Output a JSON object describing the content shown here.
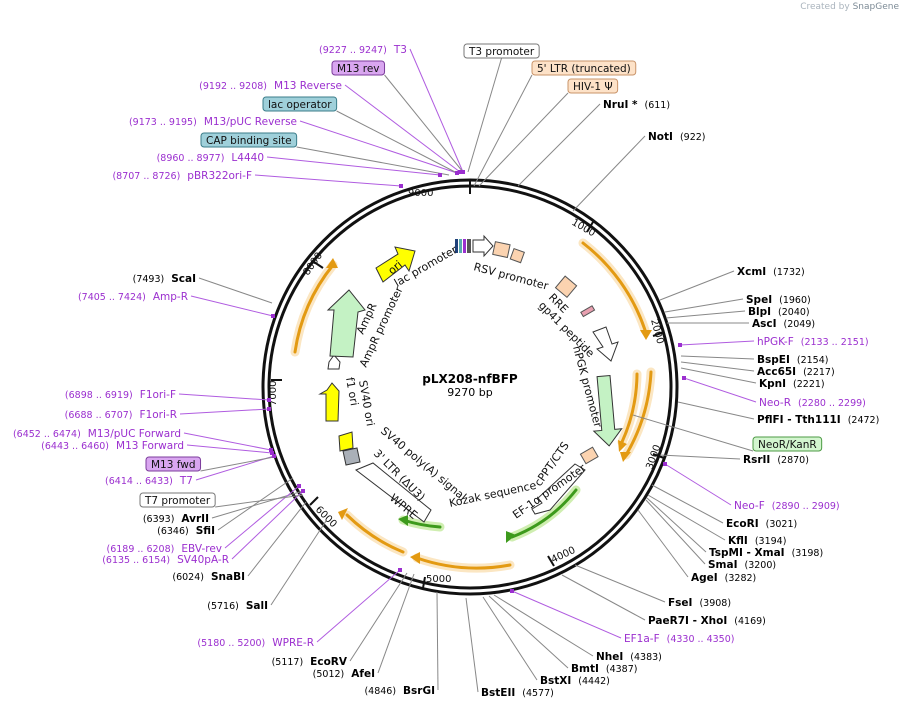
{
  "plasmid": {
    "name": "pLX208-nfBFP",
    "size_label": "9270 bp"
  },
  "credit": {
    "prefix": "Created by",
    "brand": "SnapGene"
  },
  "ring_ticks": [
    "1000",
    "2000",
    "3000",
    "4000",
    "5000",
    "6000",
    "7000",
    "8000",
    "9000"
  ],
  "colors": {
    "site": "#000000",
    "primer": "#9b2fcf",
    "arrow": "#f0a818",
    "green": "#8fd14f",
    "yellow": "#ffff00",
    "peach": "#fbd3b0",
    "lightgreen": "#c4f2c4"
  },
  "right_labels": [
    {
      "name": "NruI *",
      "pos": "(611)",
      "kind": "site"
    },
    {
      "name": "NotI",
      "pos": "(922)",
      "kind": "site"
    },
    {
      "name": "XcmI",
      "pos": "(1732)",
      "kind": "site"
    },
    {
      "name": "SpeI",
      "pos": "(1960)",
      "kind": "site"
    },
    {
      "name": "BlpI",
      "pos": "(2040)",
      "kind": "site"
    },
    {
      "name": "AscI",
      "pos": "(2049)",
      "kind": "site"
    },
    {
      "name": "hPGK-F",
      "pos": "(2133 .. 2151)",
      "kind": "primer"
    },
    {
      "name": "BspEI",
      "pos": "(2154)",
      "kind": "site"
    },
    {
      "name": "Acc65I",
      "pos": "(2217)",
      "kind": "site"
    },
    {
      "name": "KpnI",
      "pos": "(2221)",
      "kind": "site"
    },
    {
      "name": "Neo-R",
      "pos": "(2280 .. 2299)",
      "kind": "primer"
    },
    {
      "name": "PflFI - Tth111I",
      "pos": "(2472)",
      "kind": "site"
    },
    {
      "name": "RsrII",
      "pos": "(2870)",
      "kind": "site"
    },
    {
      "name": "Neo-F",
      "pos": "(2890 .. 2909)",
      "kind": "primer"
    },
    {
      "name": "EcoRI",
      "pos": "(3021)",
      "kind": "site"
    },
    {
      "name": "KflI",
      "pos": "(3194)",
      "kind": "site"
    },
    {
      "name": "TspMI - XmaI",
      "pos": "(3198)",
      "kind": "site"
    },
    {
      "name": "SmaI",
      "pos": "(3200)",
      "kind": "site"
    },
    {
      "name": "AgeI",
      "pos": "(3282)",
      "kind": "site"
    },
    {
      "name": "FseI",
      "pos": "(3908)",
      "kind": "site"
    },
    {
      "name": "PaeR7I - XhoI",
      "pos": "(4169)",
      "kind": "site"
    },
    {
      "name": "EF1a-F",
      "pos": "(4330 .. 4350)",
      "kind": "primer"
    },
    {
      "name": "NheI",
      "pos": "(4383)",
      "kind": "site"
    },
    {
      "name": "BmtI",
      "pos": "(4387)",
      "kind": "site"
    },
    {
      "name": "BstXI",
      "pos": "(4442)",
      "kind": "site"
    },
    {
      "name": "BstEII",
      "pos": "(4577)",
      "kind": "site"
    }
  ],
  "left_labels": [
    {
      "name": "T3",
      "pos": "(9227 .. 9247)",
      "kind": "primer"
    },
    {
      "name": "M13 Reverse",
      "pos": "(9192 .. 9208)",
      "kind": "primer"
    },
    {
      "name": "M13/pUC Reverse",
      "pos": "(9173 .. 9195)",
      "kind": "primer"
    },
    {
      "name": "L4440",
      "pos": "(8960 .. 8977)",
      "kind": "primer"
    },
    {
      "name": "pBR322ori-F",
      "pos": "(8707 .. 8726)",
      "kind": "primer"
    },
    {
      "name": "ScaI",
      "pos": "(7493)",
      "kind": "site"
    },
    {
      "name": "Amp-R",
      "pos": "(7405 .. 7424)",
      "kind": "primer"
    },
    {
      "name": "F1ori-F",
      "pos": "(6898 .. 6919)",
      "kind": "primer"
    },
    {
      "name": "F1ori-R",
      "pos": "(6688 .. 6707)",
      "kind": "primer"
    },
    {
      "name": "M13/pUC Forward",
      "pos": "(6452 .. 6474)",
      "kind": "primer"
    },
    {
      "name": "M13 Forward",
      "pos": "(6443 .. 6460)",
      "kind": "primer"
    },
    {
      "name": "T7",
      "pos": "(6414 .. 6433)",
      "kind": "primer"
    },
    {
      "name": "AvrII",
      "pos": "(6393)",
      "kind": "site"
    },
    {
      "name": "SfiI",
      "pos": "(6346)",
      "kind": "site"
    },
    {
      "name": "EBV-rev",
      "pos": "(6189 .. 6208)",
      "kind": "primer"
    },
    {
      "name": "SV40pA-R",
      "pos": "(6135 .. 6154)",
      "kind": "primer"
    },
    {
      "name": "SnaBI",
      "pos": "(6024)",
      "kind": "site"
    },
    {
      "name": "SalI",
      "pos": "(5716)",
      "kind": "site"
    },
    {
      "name": "WPRE-R",
      "pos": "(5180 .. 5200)",
      "kind": "primer"
    },
    {
      "name": "EcoRV",
      "pos": "(5117)",
      "kind": "site"
    },
    {
      "name": "AfeI",
      "pos": "(5012)",
      "kind": "site"
    },
    {
      "name": "BsrGI",
      "pos": "(4846)",
      "kind": "site"
    }
  ],
  "boxed_labels": [
    {
      "text": "T3 promoter",
      "style": "white"
    },
    {
      "text": "5' LTR (truncated)",
      "style": "peach"
    },
    {
      "text": "HIV-1 Ψ",
      "style": "peach"
    },
    {
      "text": "M13 rev",
      "style": "purple"
    },
    {
      "text": "lac operator",
      "style": "teal"
    },
    {
      "text": "CAP binding site",
      "style": "teal"
    },
    {
      "text": "NeoR/KanR",
      "style": "green"
    },
    {
      "text": "M13 fwd",
      "style": "purple"
    },
    {
      "text": "T7 promoter",
      "style": "white"
    }
  ],
  "inner_labels": [
    "lac promoter",
    "RSV promoter",
    "RRE",
    "gp41 peptide",
    "hPGK promoter",
    "cPPT/CTS",
    "EF-1α promoter",
    "Kozak sequence",
    "WPRE",
    "3' LTR (ΔU3)",
    "SV40 poly(A) signal",
    "SV40 ori",
    "f1 ori",
    "AmpR promoter",
    "AmpR",
    "ori"
  ]
}
